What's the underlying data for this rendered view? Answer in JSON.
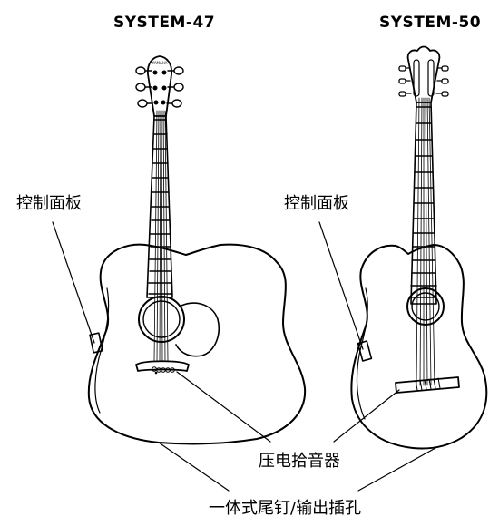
{
  "models": [
    {
      "title": "SYSTEM-47",
      "headstock_logo": "YAMAHA"
    },
    {
      "title": "SYSTEM-50"
    }
  ],
  "callouts": {
    "control_panel_left": "控制面板",
    "control_panel_right": "控制面板",
    "piezo_pickup": "压电拾音器",
    "endpin_jack": "一体式尾钉/输出插孔"
  },
  "colors": {
    "line": "#000000",
    "background": "#ffffff"
  }
}
